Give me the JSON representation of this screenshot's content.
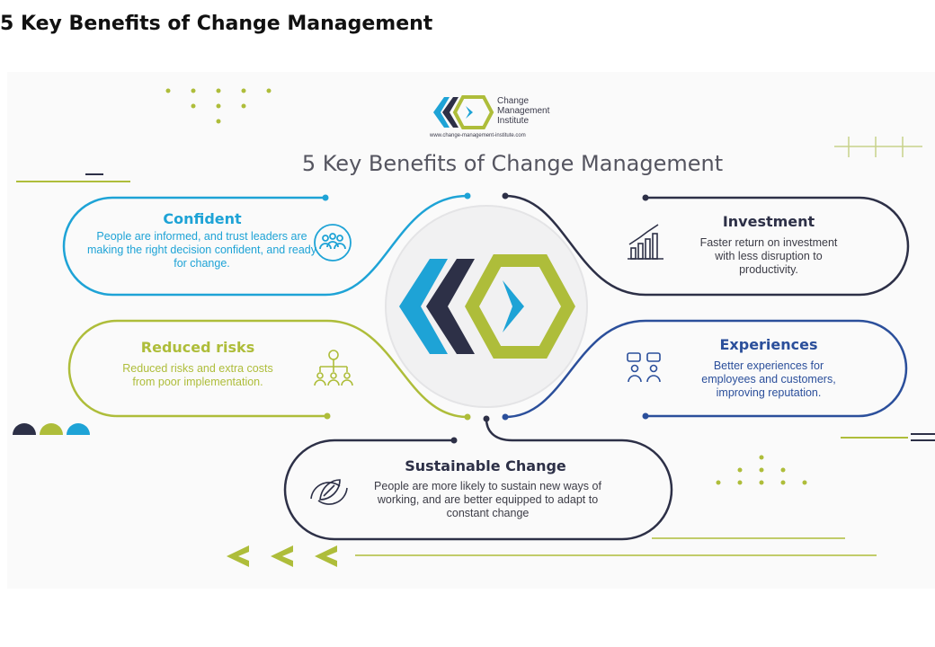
{
  "page_title": "5 Key Benefits of Change Management",
  "logo": {
    "lines": [
      "Change",
      "Management",
      "Institute"
    ],
    "url": "www.change-management-institute.com"
  },
  "diagram_title": "5 Key Benefits of Change Management",
  "colors": {
    "blue": "#1ea3d6",
    "olive": "#aebd3a",
    "dark": "#2d3047",
    "navy": "#2b4f9b"
  },
  "benefits": [
    {
      "title": "Confident",
      "description": "People are informed, and trust leaders are making the right decision confident, and ready for change.",
      "icon": "people-group-icon"
    },
    {
      "title": "Investment",
      "description": "Faster return on investment with less disruption to productivity.",
      "icon": "growth-chart-icon"
    },
    {
      "title": "Reduced risks",
      "description": "Reduced risks and extra costs from poor implementation.",
      "icon": "hierarchy-icon"
    },
    {
      "title": "Experiences",
      "description": "Better experiences for employees and customers, improving reputation.",
      "icon": "chat-people-icon"
    },
    {
      "title": "Sustainable Change",
      "description": "People are more likely to sustain new ways of working, and are better equipped to adapt to constant change",
      "icon": "recycle-leaf-icon"
    }
  ]
}
